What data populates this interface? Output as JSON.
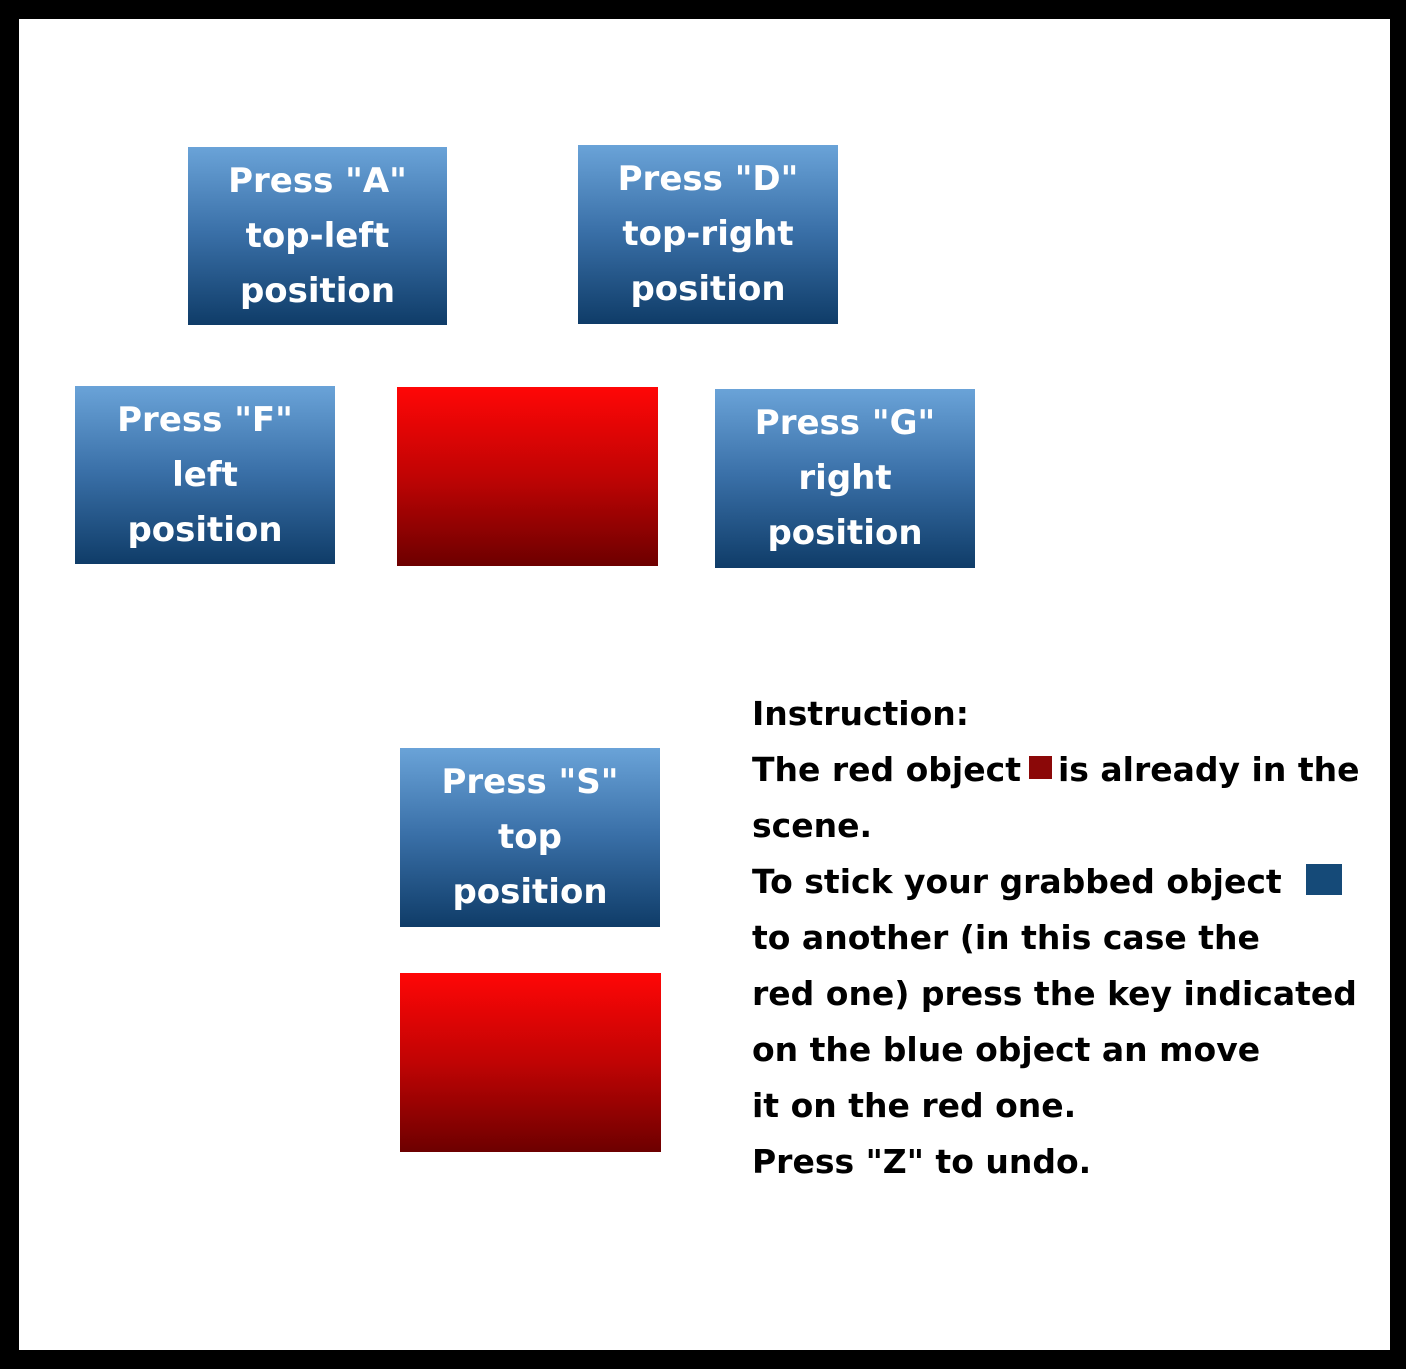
{
  "boxes": {
    "a": {
      "line1": "Press \"A\"",
      "line2": "top-left",
      "line3": "position"
    },
    "d": {
      "line1": "Press \"D\"",
      "line2": "top-right",
      "line3": "position"
    },
    "f": {
      "line1": "Press \"F\"",
      "line2": "left",
      "line3": "position"
    },
    "g": {
      "line1": "Press \"G\"",
      "line2": "right",
      "line3": "position"
    },
    "s": {
      "line1": "Press \"S\"",
      "line2": "top",
      "line3": "position"
    }
  },
  "instructions": {
    "heading": "Instruction:",
    "line1_before": "The red object",
    "line1_after": "is already in the",
    "line2": "scene.",
    "line3": "To stick your grabbed object",
    "line4": "to another (in this case the",
    "line5": "red one) press the key indicated",
    "line6": "on the blue object an move",
    "line7": "it on the red one.",
    "line8": "Press \"Z\" to undo."
  },
  "colors": {
    "frame": "#000000",
    "background": "#ffffff",
    "blue_top": "#6aa3d8",
    "blue_bottom": "#0f3c68",
    "red_top": "#ff0606",
    "red_bottom": "#6d0000",
    "text_box": "#ffffff",
    "text_instructions": "#000000"
  }
}
